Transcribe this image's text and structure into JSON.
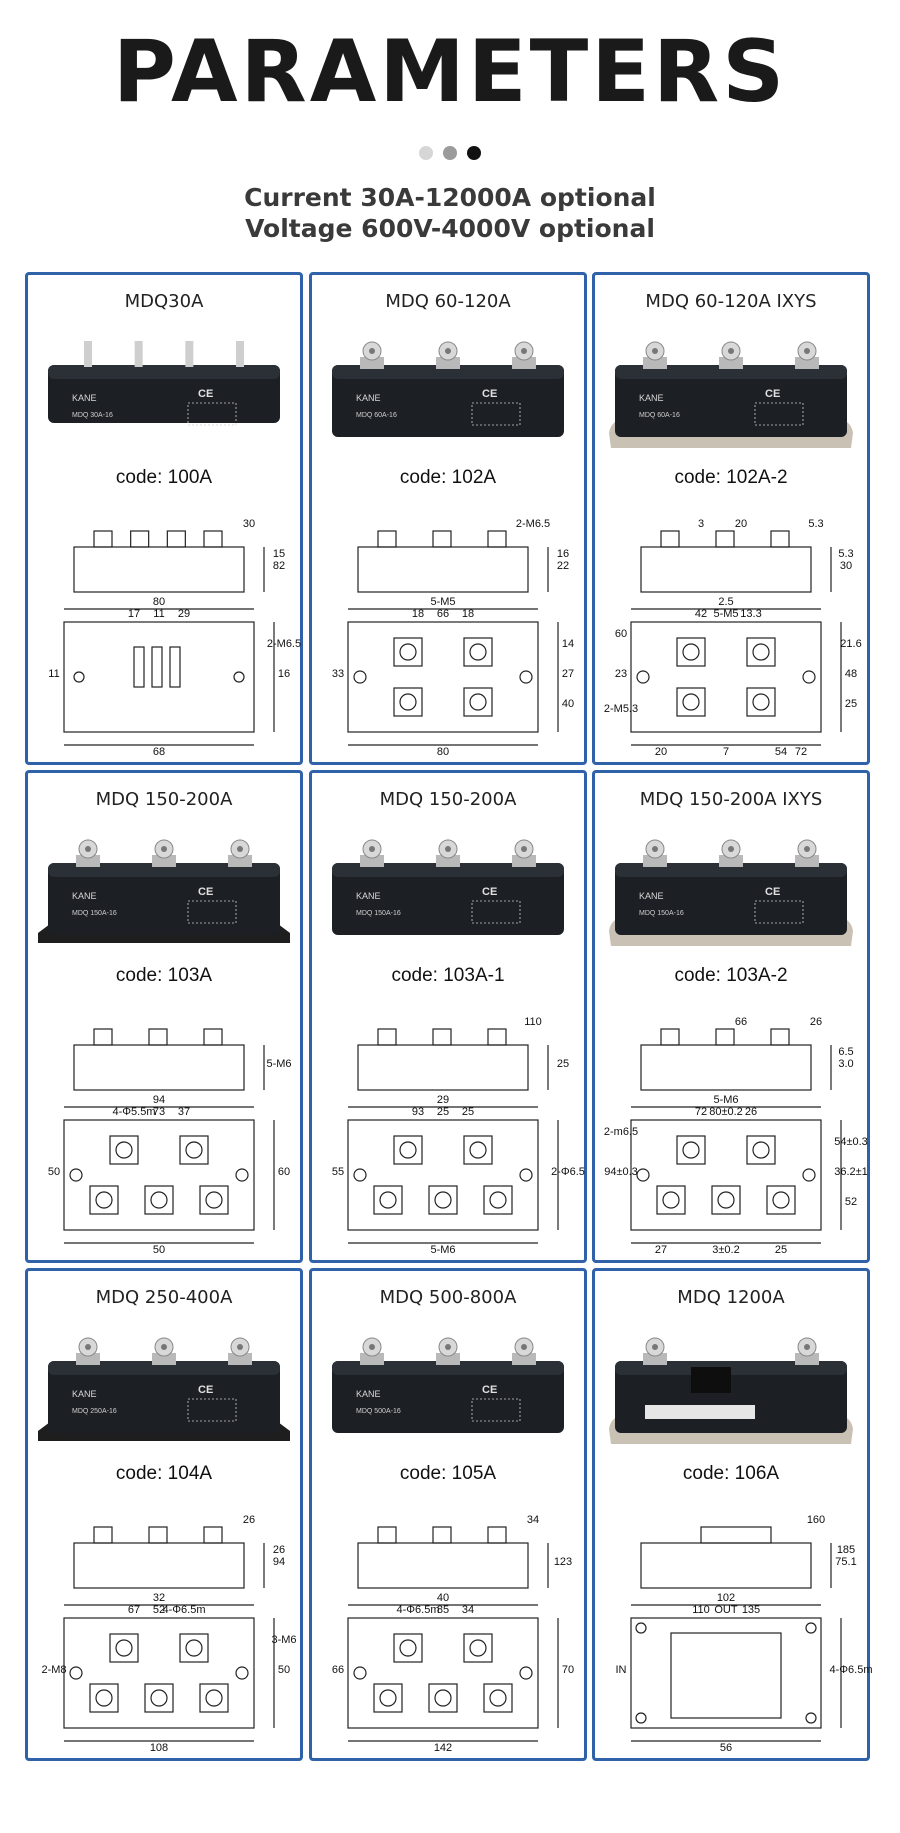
{
  "header": {
    "title": "PARAMETERS",
    "line1": "Current 30A-12000A optional",
    "line2": "Voltage 600V-4000V optional"
  },
  "colors": {
    "border": "#2f62a8",
    "dot1": "#d6d6d6",
    "dot2": "#9b9b9b",
    "dot3": "#111111"
  },
  "cards": [
    {
      "title": "MDQ30A",
      "code": "code: 100A",
      "brand": "KANE",
      "marking": "MDQ 30A-16",
      "dims": [
        "80",
        "68",
        "82",
        "16",
        "11",
        "11",
        "17",
        "29",
        "30",
        "15",
        "2-M6.5"
      ]
    },
    {
      "title": "MDQ 60-120A",
      "code": "code: 102A",
      "brand": "KANE",
      "marking": "MDQ 60A-16",
      "dims": [
        "5-M5",
        "80",
        "22",
        "27",
        "33",
        "66",
        "18",
        "18",
        "2-M6.5",
        "16",
        "14",
        "40"
      ]
    },
    {
      "title": "MDQ 60-120A IXYS",
      "code": "code: 102A-2",
      "brand": "KANE",
      "marking": "MDQ 60A-16",
      "dims": [
        "2.5",
        "7",
        "30",
        "48",
        "23",
        "5-M5",
        "42",
        "13.3",
        "5.3",
        "5.3",
        "21.6",
        "25",
        "20",
        "54",
        "20",
        "60",
        "72",
        "2-M5.3",
        "3"
      ]
    },
    {
      "title": "MDQ 150-200A",
      "code": "code: 103A",
      "brand": "KANE",
      "marking": "MDQ 150A-16",
      "dims": [
        "94",
        "50",
        "5-M6",
        "60",
        "50",
        "73",
        "4-Φ5.5m",
        "37"
      ]
    },
    {
      "title": "MDQ 150-200A",
      "code": "code: 103A-1",
      "brand": "KANE",
      "marking": "MDQ 150A-16",
      "dims": [
        "29",
        "5-M6",
        "25",
        "2-Φ6.5",
        "55",
        "25",
        "93",
        "25",
        "110"
      ]
    },
    {
      "title": "MDQ 150-200A IXYS",
      "code": "code: 103A-2",
      "brand": "KANE",
      "marking": "MDQ 150A-16",
      "dims": [
        "5-M6",
        "3±0.2",
        "3.0",
        "36.2±1",
        "94±0.3",
        "80±0.2",
        "72",
        "26",
        "26",
        "6.5",
        "54±0.3",
        "52",
        "27",
        "25",
        "66",
        "2-m6.5"
      ]
    },
    {
      "title": "MDQ 250-400A",
      "code": "code: 104A",
      "brand": "KANE",
      "marking": "MDQ 250A-16",
      "dims": [
        "32",
        "108",
        "94",
        "50",
        "2-M8",
        "52",
        "67",
        "4-Φ6.5m",
        "26",
        "26",
        "3-M6"
      ]
    },
    {
      "title": "MDQ 500-800A",
      "code": "code: 105A",
      "brand": "KANE",
      "marking": "MDQ 500A-16",
      "dims": [
        "40",
        "142",
        "123",
        "70",
        "66",
        "85",
        "4-Φ6.5m",
        "34",
        "34"
      ]
    },
    {
      "title": "MDQ 1200A",
      "code": "code: 106A",
      "brand": "",
      "marking": "",
      "dims": [
        "102",
        "56",
        "75.1",
        "4-Φ6.5m",
        "IN",
        "OUT",
        "110",
        "135",
        "160",
        "185"
      ]
    }
  ]
}
